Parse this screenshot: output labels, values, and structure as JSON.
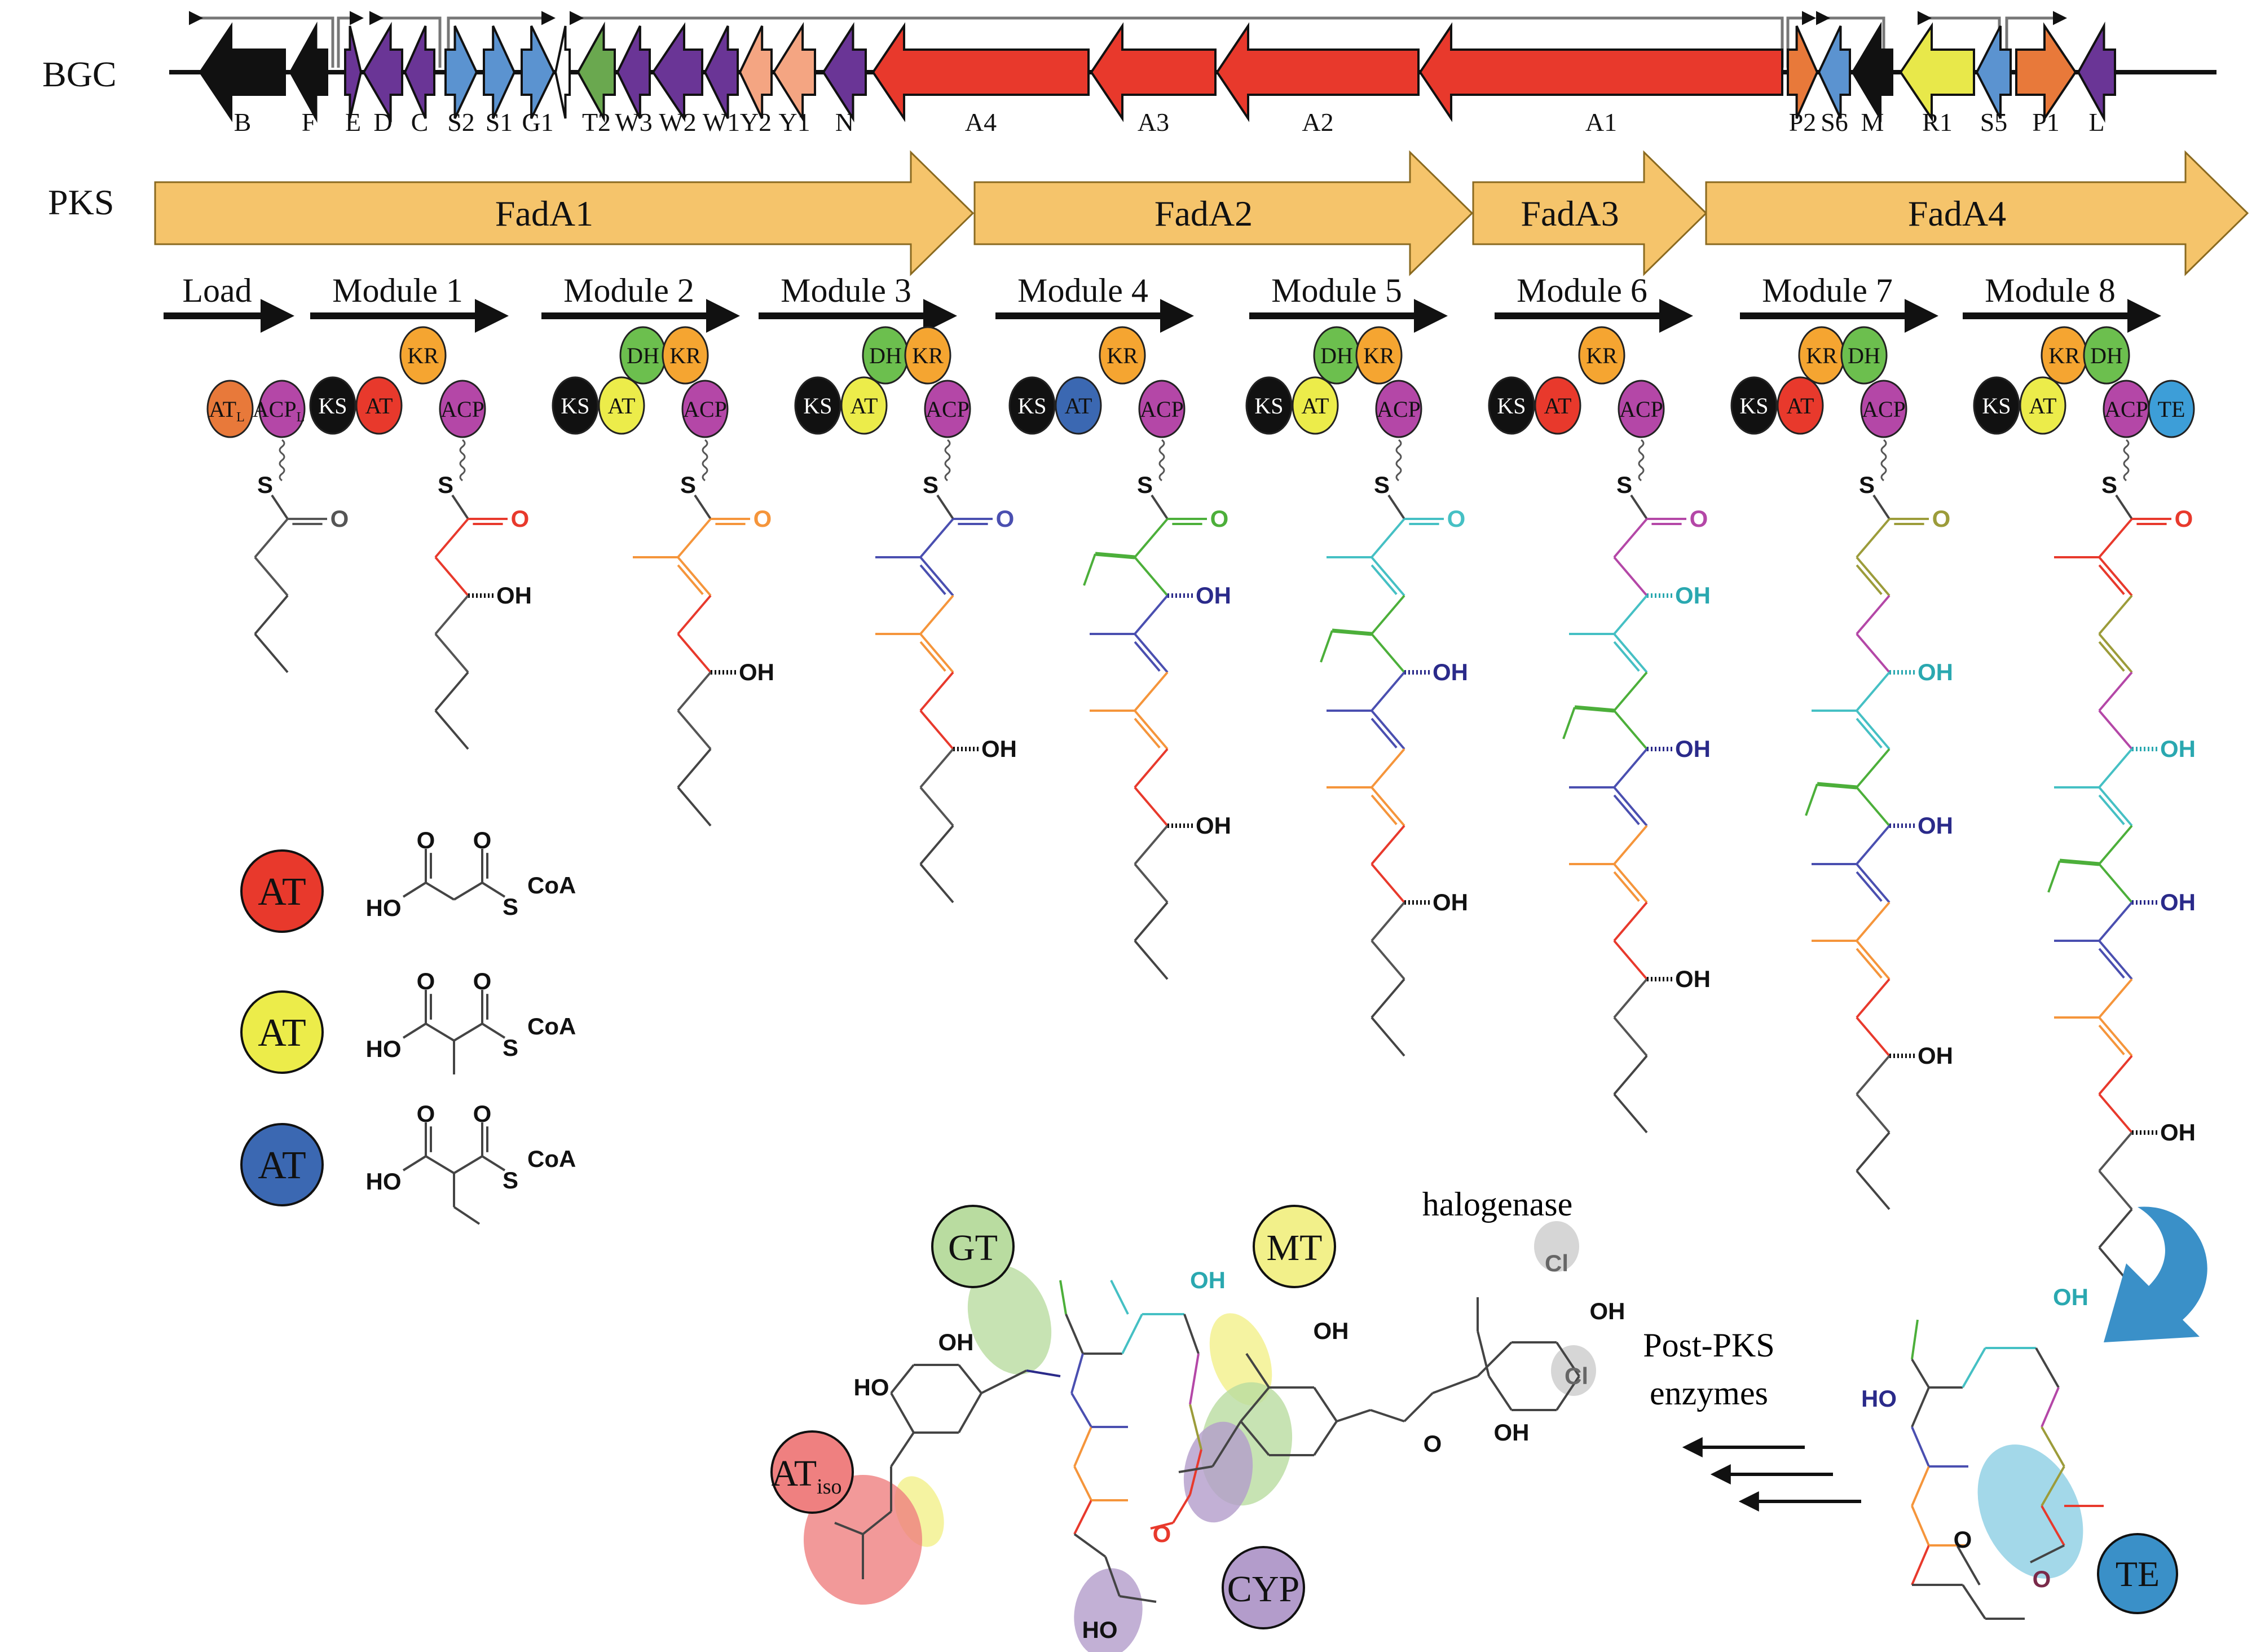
{
  "figure": {
    "row_labels": {
      "bgc": "BGC",
      "pks": "PKS"
    },
    "bgc": {
      "genes": [
        {
          "name": "B",
          "dir": "left",
          "color": "#111111",
          "start": 355,
          "end": 505
        },
        {
          "name": "F",
          "dir": "left",
          "color": "#111111",
          "start": 515,
          "end": 580
        },
        {
          "name": "E",
          "dir": "right",
          "color": "#6a3596",
          "start": 612,
          "end": 640
        },
        {
          "name": "D",
          "dir": "left",
          "color": "#6a3596",
          "start": 645,
          "end": 713
        },
        {
          "name": "C",
          "dir": "left",
          "color": "#6a3596",
          "start": 718,
          "end": 770
        },
        {
          "name": "S2",
          "dir": "right",
          "color": "#5b93d0",
          "start": 790,
          "end": 845
        },
        {
          "name": "S1",
          "dir": "right",
          "color": "#5b93d0",
          "start": 858,
          "end": 912
        },
        {
          "name": "G1",
          "dir": "right",
          "color": "#5b93d0",
          "start": 925,
          "end": 982
        },
        {
          "name": "",
          "dir": "left",
          "color": "#ffffff",
          "start": 985,
          "end": 1010
        },
        {
          "name": "T2",
          "dir": "left",
          "color": "#6aa84f",
          "start": 1025,
          "end": 1090
        },
        {
          "name": "W3",
          "dir": "left",
          "color": "#6a3596",
          "start": 1095,
          "end": 1152
        },
        {
          "name": "W2",
          "dir": "left",
          "color": "#6a3596",
          "start": 1158,
          "end": 1245
        },
        {
          "name": "W1",
          "dir": "left",
          "color": "#6a3596",
          "start": 1250,
          "end": 1308
        },
        {
          "name": "Y2",
          "dir": "left",
          "color": "#f4a582",
          "start": 1312,
          "end": 1368
        },
        {
          "name": "Y1",
          "dir": "left",
          "color": "#f4a582",
          "start": 1372,
          "end": 1445
        },
        {
          "name": "N",
          "dir": "left",
          "color": "#6a3596",
          "start": 1460,
          "end": 1535
        },
        {
          "name": "A4",
          "dir": "left",
          "color": "#e8392c",
          "start": 1548,
          "end": 1930
        },
        {
          "name": "A3",
          "dir": "left",
          "color": "#e8392c",
          "start": 1935,
          "end": 2155
        },
        {
          "name": "A2",
          "dir": "left",
          "color": "#e8392c",
          "start": 2158,
          "end": 2515
        },
        {
          "name": "A1",
          "dir": "left",
          "color": "#e8392c",
          "start": 2518,
          "end": 3160
        },
        {
          "name": "P2",
          "dir": "right",
          "color": "#e8793a",
          "start": 3170,
          "end": 3222
        },
        {
          "name": "S6",
          "dir": "left",
          "color": "#5b93d0",
          "start": 3225,
          "end": 3280
        },
        {
          "name": "M",
          "dir": "left",
          "color": "#111111",
          "start": 3285,
          "end": 3355
        },
        {
          "name": "R1",
          "dir": "left",
          "color": "#e8e84a",
          "start": 3370,
          "end": 3500
        },
        {
          "name": "S5",
          "dir": "left",
          "color": "#5b93d0",
          "start": 3505,
          "end": 3565
        },
        {
          "name": "P1",
          "dir": "right",
          "color": "#e8793a",
          "start": 3575,
          "end": 3680
        },
        {
          "name": "L",
          "dir": "left",
          "color": "#6a3596",
          "start": 3685,
          "end": 3750
        }
      ]
    },
    "pks": {
      "color": "#f5c46b",
      "proteins": [
        {
          "name": "FadA1",
          "start": 275,
          "end": 1725
        },
        {
          "name": "FadA2",
          "start": 1728,
          "end": 2610
        },
        {
          "name": "FadA3",
          "start": 2612,
          "end": 3025
        },
        {
          "name": "FadA4",
          "start": 3025,
          "end": 3985
        }
      ]
    },
    "domain_colors": {
      "KS": "#111111",
      "AT_malonyl": "#e8392c",
      "AT_methylmalonyl": "#ecec4a",
      "AT_ethylmalonyl": "#3b68b2",
      "KR": "#f5a531",
      "DH": "#6cbf4e",
      "ACP": "#b447a7",
      "ATL": "#e8793a",
      "TE": "#3d9ed8"
    },
    "modules": [
      {
        "label": "Load",
        "domains": [
          {
            "name": "AT",
            "sub": "L",
            "color": "ATL"
          },
          {
            "name": "ACP",
            "sub": "L",
            "color": "ACP"
          }
        ],
        "upper": []
      },
      {
        "label": "Module 1",
        "domains": [
          {
            "name": "KS",
            "color": "KS"
          },
          {
            "name": "AT",
            "color": "AT_malonyl"
          }
        ],
        "upper": [
          {
            "name": "KR",
            "color": "KR"
          }
        ],
        "acp": "ACP"
      },
      {
        "label": "Module 2",
        "domains": [
          {
            "name": "KS",
            "color": "KS"
          },
          {
            "name": "AT",
            "color": "AT_methylmalonyl"
          }
        ],
        "upper": [
          {
            "name": "DH",
            "color": "DH"
          },
          {
            "name": "KR",
            "color": "KR"
          }
        ],
        "acp": "ACP"
      },
      {
        "label": "Module 3",
        "domains": [
          {
            "name": "KS",
            "color": "KS"
          },
          {
            "name": "AT",
            "color": "AT_methylmalonyl"
          }
        ],
        "upper": [
          {
            "name": "DH",
            "color": "DH"
          },
          {
            "name": "KR",
            "color": "KR"
          }
        ],
        "acp": "ACP"
      },
      {
        "label": "Module 4",
        "domains": [
          {
            "name": "KS",
            "color": "KS"
          },
          {
            "name": "AT",
            "color": "AT_ethylmalonyl"
          }
        ],
        "upper": [
          {
            "name": "KR",
            "color": "KR"
          }
        ],
        "acp": "ACP"
      },
      {
        "label": "Module 5",
        "domains": [
          {
            "name": "KS",
            "color": "KS"
          },
          {
            "name": "AT",
            "color": "AT_methylmalonyl"
          }
        ],
        "upper": [
          {
            "name": "DH",
            "color": "DH"
          },
          {
            "name": "KR",
            "color": "KR"
          }
        ],
        "acp": "ACP"
      },
      {
        "label": "Module 6",
        "domains": [
          {
            "name": "KS",
            "color": "KS"
          },
          {
            "name": "AT",
            "color": "AT_malonyl"
          }
        ],
        "upper": [
          {
            "name": "KR",
            "color": "KR"
          }
        ],
        "acp": "ACP"
      },
      {
        "label": "Module 7",
        "domains": [
          {
            "name": "KS",
            "color": "KS"
          },
          {
            "name": "AT",
            "color": "AT_malonyl"
          }
        ],
        "upper": [
          {
            "name": "KR",
            "color": "KR"
          },
          {
            "name": "DH",
            "color": "DH"
          }
        ],
        "acp": "ACP"
      },
      {
        "label": "Module 8",
        "domains": [
          {
            "name": "KS",
            "color": "KS"
          },
          {
            "name": "AT",
            "color": "AT_methylmalonyl"
          }
        ],
        "upper": [
          {
            "name": "KR",
            "color": "KR"
          },
          {
            "name": "DH",
            "color": "DH"
          }
        ],
        "acp": "ACP",
        "te": "TE"
      }
    ],
    "unit_colors": [
      "#555555",
      "#e8392c",
      "#f5953b",
      "#4a4fb0",
      "#4caf3a",
      "#45c0c4",
      "#b447a7",
      "#9c9c3a",
      "#e8392c"
    ],
    "intermediates": [
      {
        "units": [
          0
        ]
      },
      {
        "units": [
          1,
          0
        ]
      },
      {
        "units": [
          2,
          1,
          0
        ]
      },
      {
        "units": [
          3,
          2,
          1,
          0
        ]
      },
      {
        "units": [
          4,
          3,
          2,
          1,
          0
        ]
      },
      {
        "units": [
          5,
          4,
          3,
          2,
          1,
          0
        ]
      },
      {
        "units": [
          6,
          5,
          4,
          3,
          2,
          1,
          0
        ]
      },
      {
        "units": [
          7,
          6,
          5,
          4,
          3,
          2,
          1,
          0
        ]
      },
      {
        "units": [
          8,
          7,
          6,
          5,
          4,
          3,
          2,
          1,
          0
        ]
      }
    ],
    "unit_types": [
      {
        "alpha": "none",
        "beta": "start"
      },
      {
        "alpha": "none",
        "beta": "OH"
      },
      {
        "alpha": "methyl",
        "beta": "ene"
      },
      {
        "alpha": "methyl",
        "beta": "ene"
      },
      {
        "alpha": "ethyl",
        "beta": "OH"
      },
      {
        "alpha": "methyl",
        "beta": "ene"
      },
      {
        "alpha": "none",
        "beta": "OH"
      },
      {
        "alpha": "none",
        "beta": "ene"
      },
      {
        "alpha": "methyl",
        "beta": "ene"
      }
    ],
    "atoms": {
      "S": "S",
      "O": "O",
      "OH": "OH",
      "HO": "HO",
      "Cl": "Cl",
      "CoA": "CoA"
    },
    "legend": {
      "items": [
        {
          "label": "AT",
          "color": "AT_malonyl",
          "substrate": "malonyl-CoA"
        },
        {
          "label": "AT",
          "color": "AT_methylmalonyl",
          "substrate": "methylmalonyl-CoA"
        },
        {
          "label": "AT",
          "color": "AT_ethylmalonyl",
          "substrate": "ethylmalonyl-CoA"
        }
      ]
    },
    "post_pks": {
      "arrow_label_line1": "Post-PKS",
      "arrow_label_line2": "enzymes",
      "halogenase_label": "halogenase",
      "te_label": "TE",
      "enzymes": [
        {
          "label": "GT",
          "color": "#b9dca0"
        },
        {
          "label": "MT",
          "color": "#f2f08a"
        },
        {
          "label": "AT",
          "sub": "iso",
          "color": "#ef8080"
        },
        {
          "label": "CYP",
          "color": "#b39ccb"
        }
      ]
    }
  }
}
